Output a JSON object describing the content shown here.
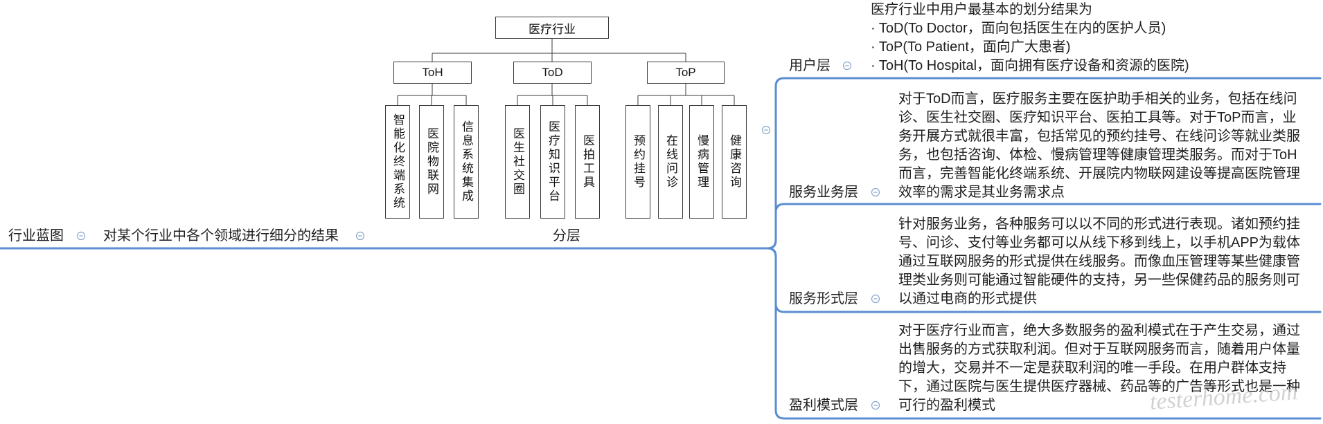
{
  "colors": {
    "branch": "#5a8dd1",
    "collapse_icon": "#8aa5cb",
    "text": "#1f1f1f",
    "org_chart_border": "#3a3a3a",
    "watermark": "#c4c4c4"
  },
  "icons": {
    "collapse": "minus-circle-icon"
  },
  "mindmap": {
    "root": {
      "label": "行业蓝图"
    },
    "definition": {
      "label": "对某个行业中各个领域进行细分的结果"
    },
    "layering": {
      "label": "分层",
      "org_chart": {
        "top": "医疗行业",
        "groups": [
          {
            "label": "ToH",
            "items": [
              "智能化终端系统",
              "医院物联网",
              "信息系统集成"
            ]
          },
          {
            "label": "ToD",
            "items": [
              "医生社交圈",
              "医疗知识平台",
              "医拍工具"
            ]
          },
          {
            "label": "ToP",
            "items": [
              "预约挂号",
              "在线问诊",
              "慢病管理",
              "健康咨询"
            ]
          }
        ]
      },
      "layers": [
        {
          "label": "用户层",
          "note_lines": [
            "医疗行业中用户最基本的划分结果为",
            "· ToD(To Doctor，面向包括医生在内的医护人员)",
            "· ToP(To Patient，面向广大患者)",
            "· ToH(To Hospital，面向拥有医疗设备和资源的医院)"
          ]
        },
        {
          "label": "服务业务层",
          "note_lines": [
            "对于ToD而言，医疗服务主要在医护助手相关的业务，包括在线问",
            "诊、医生社交圈、医疗知识平台、医拍工具等。对于ToP而言，业",
            "务开展方式就很丰富，包括常见的预约挂号、在线问诊等就业类服",
            "务，也包括咨询、体检、慢病管理等健康管理类服务。而对于ToH",
            "而言，完善智能化终端系统、开展院内物联网建设等提高医院管理",
            "效率的需求是其业务需求点"
          ]
        },
        {
          "label": "服务形式层",
          "note_lines": [
            "针对服务业务，各种服务可以以不同的形式进行表现。诸如预约挂",
            "号、问诊、支付等业务都可以从线下移到线上，以手机APP为载体",
            "通过互联网服务的形式提供在线服务。而像血压管理等某些健康管",
            "理类业务则可能通过智能硬件的支持，另一些保健药品的服务则可",
            "以通过电商的形式提供"
          ]
        },
        {
          "label": "盈利模式层",
          "note_lines": [
            "对于医疗行业而言，绝大多数服务的盈利模式在于产生交易，通过",
            "出售服务的方式获取利润。但对于互联网服务而言，随着用户体量",
            "的增大，交易并不一定是获取利润的唯一手段。在用户群体支持",
            "下，通过医院与医生提供医疗器械、药品等的广告等形式也是一种",
            "可行的盈利模式"
          ]
        }
      ]
    }
  },
  "watermark": "testerhome.com"
}
